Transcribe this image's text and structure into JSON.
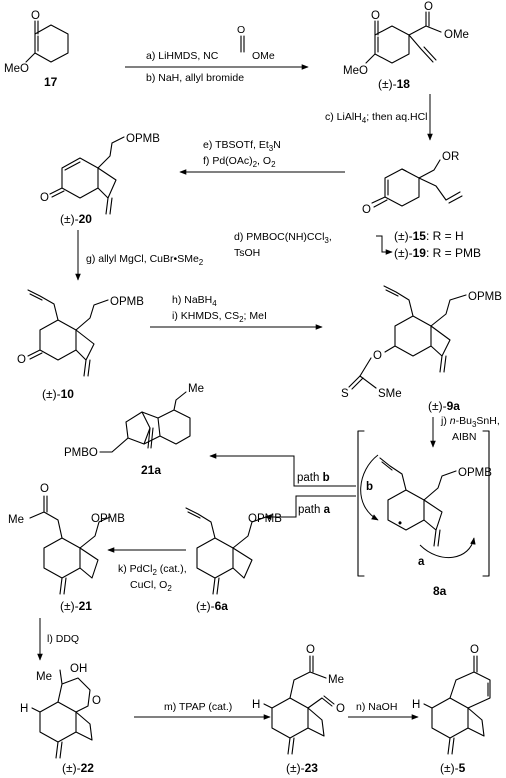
{
  "compounds": {
    "c17": {
      "stereo": "",
      "num": "17"
    },
    "c18": {
      "stereo": "(±)-",
      "num": "18"
    },
    "c20": {
      "stereo": "(±)-",
      "num": "20"
    },
    "c15": {
      "stereo": "(±)-",
      "num": "15",
      "suffix": ": R = H"
    },
    "c19": {
      "stereo": "(±)-",
      "num": "19",
      "suffix": ": R = PMB"
    },
    "c10": {
      "stereo": "(±)-",
      "num": "10"
    },
    "c9a": {
      "stereo": "(±)-",
      "num": "9a"
    },
    "c21a": {
      "stereo": "",
      "num": "21a"
    },
    "c8a": {
      "stereo": "",
      "num": "8a"
    },
    "c21": {
      "stereo": "(±)-",
      "num": "21"
    },
    "c6a": {
      "stereo": "(±)-",
      "num": "6a"
    },
    "c22": {
      "stereo": "(±)-",
      "num": "22"
    },
    "c23": {
      "stereo": "(±)-",
      "num": "23"
    },
    "c5": {
      "stereo": "(±)-",
      "num": "5"
    }
  },
  "steps": {
    "a": "a) LiHMDS, NC",
    "a_rest": "OMe",
    "b": "b) NaH, allyl bromide",
    "c": "c) LiAlH",
    "c_sub": "4",
    "c_rest": "; then aq.HCl",
    "e": "e) TBSOTf, Et",
    "e_sub": "3",
    "e_rest": "N",
    "f": "f) Pd(OAc)",
    "f_sub": "2",
    "f_rest": ", O",
    "f_sub2": "2",
    "d": "d) PMBOC(NH)CCl",
    "d_sub": "3",
    "d_rest": ",",
    "d2": "TsOH",
    "g": "g) allyl MgCl, CuBr•SMe",
    "g_sub": "2",
    "h": "h) NaBH",
    "h_sub": "4",
    "i": "i) KHMDS, CS",
    "i_sub": "2",
    "i_rest": "; MeI",
    "j1": "j) ",
    "j_it": "n",
    "j_rest": "-Bu",
    "j_sub": "3",
    "j_rest2": "SnH,",
    "j2": "AIBN",
    "k1": "k) PdCl",
    "k_sub": "2",
    "k_rest": " (cat.),",
    "k2": "CuCl, O",
    "k2_sub": "2",
    "l": "l) DDQ",
    "m": "m) TPAP (cat.)",
    "n": "n) NaOH",
    "path_a_word": "path ",
    "path_a_letter": "a",
    "path_b_word": "path ",
    "path_b_letter": "b"
  },
  "atoms": {
    "O": "O",
    "OMe": "OMe",
    "MeO": "MeO",
    "OPMB": "OPMB",
    "OR": "OR",
    "PMBO": "PMBO",
    "Me": "Me",
    "S": "S",
    "SMe": "SMe",
    "H": "H",
    "OH": "OH",
    "radical": "•",
    "a": "a",
    "b": "b"
  }
}
